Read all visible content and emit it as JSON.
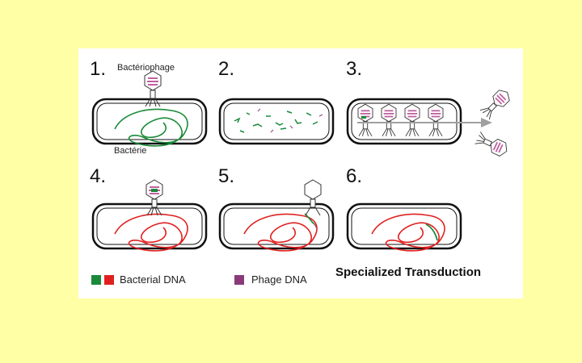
{
  "steps": [
    {
      "number": "1."
    },
    {
      "number": "2."
    },
    {
      "number": "3."
    },
    {
      "number": "4."
    },
    {
      "number": "5."
    },
    {
      "number": "6."
    }
  ],
  "labels": {
    "bacteriophage": "Bactériophage",
    "bacterium": "Bactérie"
  },
  "legend": {
    "bacterial_dna": "Bacterial DNA",
    "phage_dna": "Phage DNA",
    "bacterial_dna_colors": [
      "#1a8a3a",
      "#e02020"
    ],
    "phage_dna_color": "#8a3a7a"
  },
  "title": "Specialized Transduction",
  "colors": {
    "background": "#FFFFA6",
    "panel": "#ffffff",
    "bacterial_dna_green": "#1a8a3a",
    "bacterial_dna_red": "#e02020",
    "phage_dna": "#8a3a7a",
    "arrow": "#a0a0a0"
  }
}
